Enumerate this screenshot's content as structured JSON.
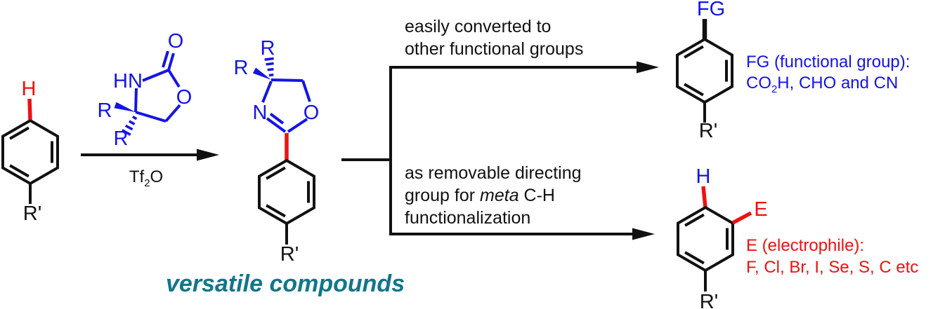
{
  "colors": {
    "blue": "#1414e6",
    "red": "#ee1111",
    "black": "#111111",
    "teal": "#11768a"
  },
  "start_material": {
    "h": "H",
    "r_prime": "R'"
  },
  "reagent": {
    "hn": "HN",
    "carbonyl_o": "O",
    "ring_o": "O",
    "r_wedge": "R",
    "r_hash": "R",
    "below_arrow": {
      "pre": "Tf",
      "sub": "2",
      "post": "O"
    }
  },
  "product": {
    "r_hash": "R",
    "r_wedge": "R",
    "n": "N",
    "ring_o": "O",
    "r_prime": "R'",
    "caption": "versatile compounds"
  },
  "branches": {
    "top": {
      "line1": "easily converted to",
      "line2": "other functional groups"
    },
    "bottom": {
      "line1": "as removable directing",
      "line2_pre": "group for ",
      "line2_italic": "meta",
      "line2_post": " C-H",
      "line3": "functionalization"
    }
  },
  "fg_product": {
    "fg": "FG",
    "r_prime": "R'",
    "note_line1": "FG (functional group):",
    "note_line2_pre": "CO",
    "note_line2_sub": "2",
    "note_line2_post": "H, CHO and CN"
  },
  "e_product": {
    "h": "H",
    "e": "E",
    "r_prime": "R'",
    "note_line1": "E (electrophile):",
    "note_line2": "F, Cl, Br, I, Se, S, C etc"
  }
}
